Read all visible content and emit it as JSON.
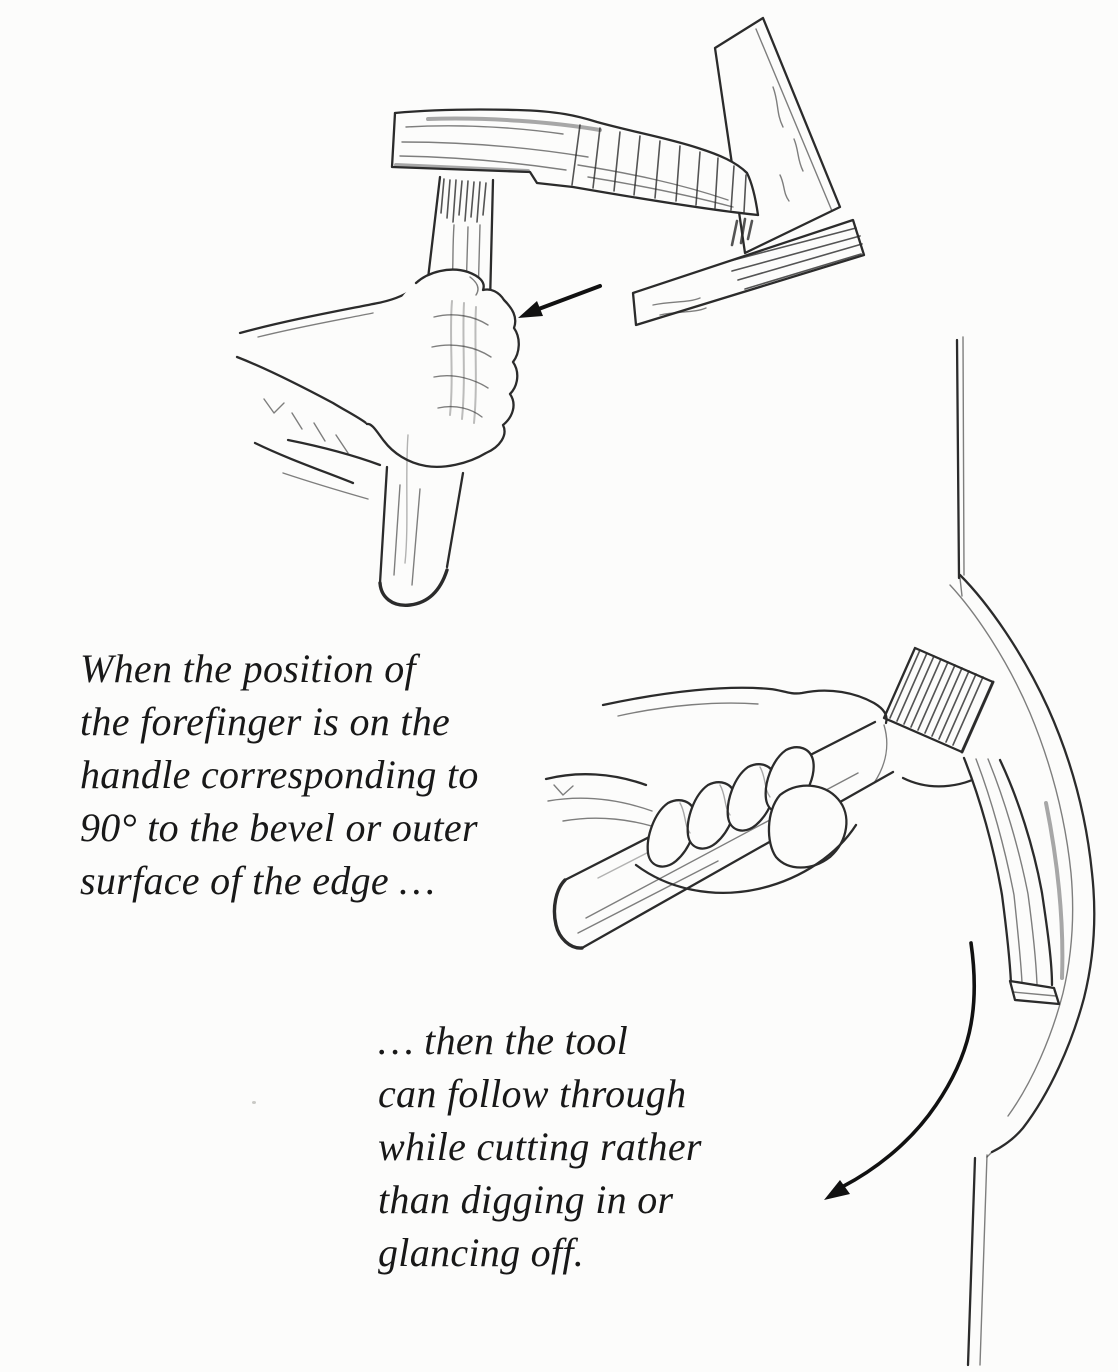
{
  "page": {
    "background": "#fcfcfb",
    "ink": "#2b2b2b",
    "text_color": "#181818",
    "kind": "book-illustration-page"
  },
  "captions": {
    "top": {
      "lines": [
        "When the position of",
        "the forefinger is on the",
        "handle corresponding to",
        "90° to the bevel or outer",
        "surface of the edge …"
      ]
    },
    "bottom": {
      "lines": [
        "… then the tool",
        "can follow through",
        "while cutting rather",
        "than digging in or",
        "glancing off."
      ]
    }
  },
  "illustrations": {
    "top": {
      "name": "grip-with-square-at-90",
      "alt": "Hand gripping an adze handle while a try square is held at 90 degrees to the blade bevel",
      "annotation": "arrow-to-forefinger"
    },
    "bottom": {
      "name": "follow-through-cut",
      "alt": "Hand swinging an adze down the outside curve of a workpiece",
      "annotation": "curved-motion-arrow"
    }
  }
}
